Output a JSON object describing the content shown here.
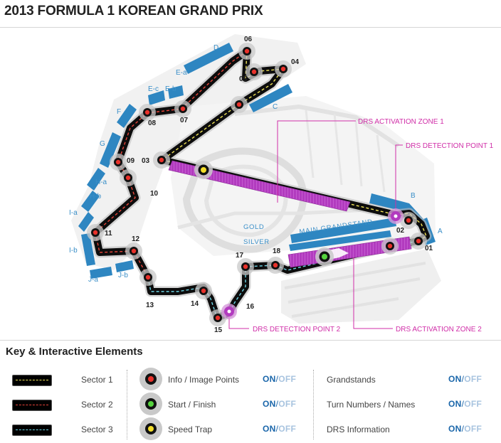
{
  "title": "2013 FORMULA 1 KOREAN GRAND PRIX",
  "map": {
    "turn_numbers": [
      "01",
      "02",
      "03",
      "04",
      "05",
      "06",
      "07",
      "08",
      "09",
      "10",
      "11",
      "12",
      "13",
      "14",
      "15",
      "16",
      "17",
      "18"
    ],
    "grandstands": [
      "A",
      "B",
      "C",
      "D",
      "E-a",
      "E-b",
      "E-c",
      "F",
      "G",
      "H-a",
      "H-b",
      "I-a",
      "I-b",
      "J-a",
      "J-b"
    ],
    "tier_labels": [
      "GOLD",
      "SILVER"
    ],
    "main_grandstand": "MAIN GRANDSTAND",
    "drs_labels": {
      "activation_zone_1": "DRS ACTIVATION ZONE 1",
      "detection_point_1": "DRS DETECTION POINT 1",
      "detection_point_2": "DRS DETECTION POINT 2",
      "activation_zone_2": "DRS ACTIVATION ZONE 2"
    },
    "colors": {
      "sector_1": "#f2e55a",
      "sector_2": "#e8453a",
      "sector_3": "#6fd7e8",
      "drs": "#b23bbf",
      "grandstand": "#2e86c1",
      "label_blue": "#3a8fc8",
      "drs_text": "#d02ea8"
    }
  },
  "key": {
    "title": "Key & Interactive Elements",
    "sectors": [
      "Sector 1",
      "Sector 2",
      "Sector 3"
    ],
    "points": [
      "Info / Image Points",
      "Start / Finish",
      "Speed Trap"
    ],
    "layers": [
      "Grandstands",
      "Turn Numbers / Names",
      "DRS Information"
    ],
    "on_label": "ON",
    "slash": "/",
    "off_label": "OFF"
  }
}
